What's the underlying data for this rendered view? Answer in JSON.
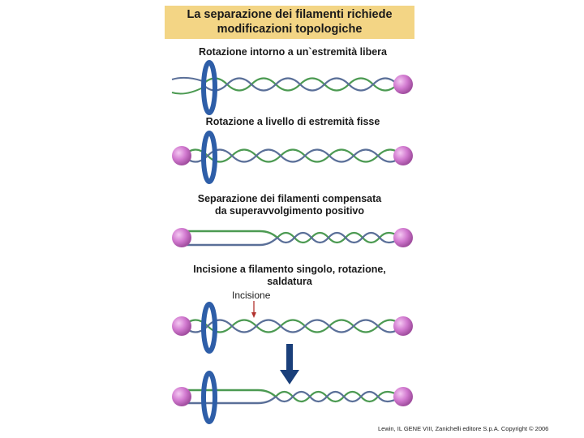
{
  "title": {
    "line1": "La separazione dei filamenti richiede",
    "line2": "modificazioni topologiche"
  },
  "panels": [
    {
      "label_lines": [
        "Rotazione intorno a un`estremità libera"
      ]
    },
    {
      "label_lines": [
        "Rotazione a livello di estremità fisse"
      ]
    },
    {
      "label_lines": [
        "Separazione dei filamenti compensata",
        "da superavvolgimento positivo"
      ]
    },
    {
      "label_lines": [
        "Incisione a filamento singolo, rotazione,",
        "saldatura"
      ]
    }
  ],
  "nick_label": "Incisione",
  "copyright": "Lewin, IL GENE VIII, Zanichelli editore S.p.A. Copyright © 2006",
  "colors": {
    "title_bg": "#f3d585",
    "strand_green": "#4c9a52",
    "strand_blue": "#5a6f98",
    "ring": "#2e5ea8",
    "bead": "#d27ad0",
    "arrow": "#1a3f7a",
    "nick_arrow": "#b2322e"
  }
}
